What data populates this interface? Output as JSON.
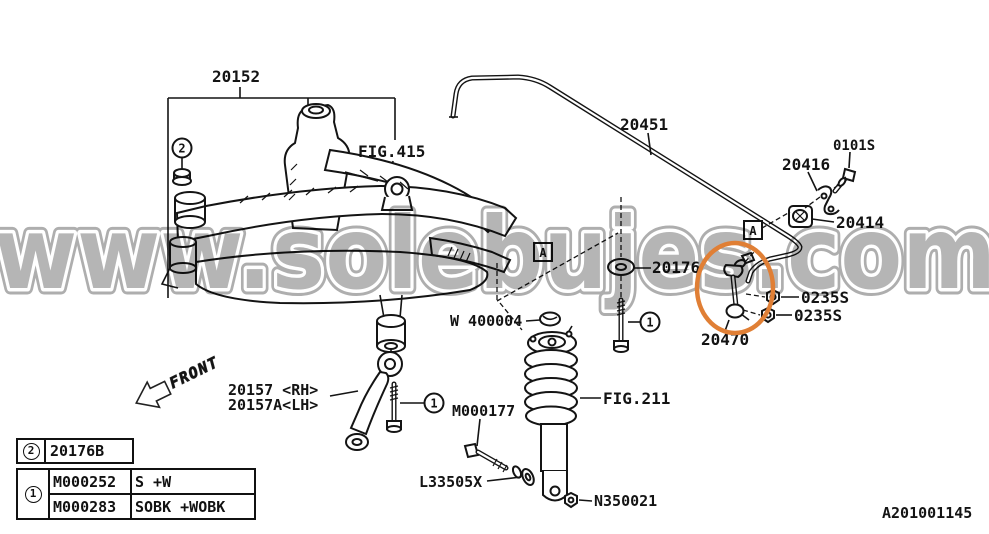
{
  "watermark": {
    "text": "www.solebujes.com",
    "color": "#b5b5b5"
  },
  "doc_number": "A201001145",
  "front_label": "FRONT",
  "colors": {
    "line": "#141414",
    "highlight": "#e07f35",
    "watermark": "#b5b5b5"
  },
  "markers": {
    "a_box": "A",
    "circle_1": "1",
    "circle_2": "2"
  },
  "parts": {
    "p20152": "20152",
    "fig415": "FIG.415",
    "p20451": "20451",
    "p0101s": "0101S",
    "p20416": "20416",
    "p20414": "20414",
    "p20176": "20176",
    "p0235s_upper": "0235S",
    "p0235s_lower": "0235S",
    "p20470": "20470",
    "w400004": "W 400004",
    "p20157_rh": "20157 <RH>",
    "p20157a_lh": "20157A<LH>",
    "m000177": "M000177",
    "fig211": "FIG.211",
    "l33505x": "L33505X",
    "n350021": "N350021"
  },
  "legend": {
    "ref2": {
      "symbol": "2",
      "part": "20176B"
    },
    "ref1": {
      "symbol": "1",
      "rows": [
        {
          "code": "M000252",
          "spec": "S +W"
        },
        {
          "code": "M000283",
          "spec": "SOBK +WOBK"
        }
      ]
    }
  }
}
